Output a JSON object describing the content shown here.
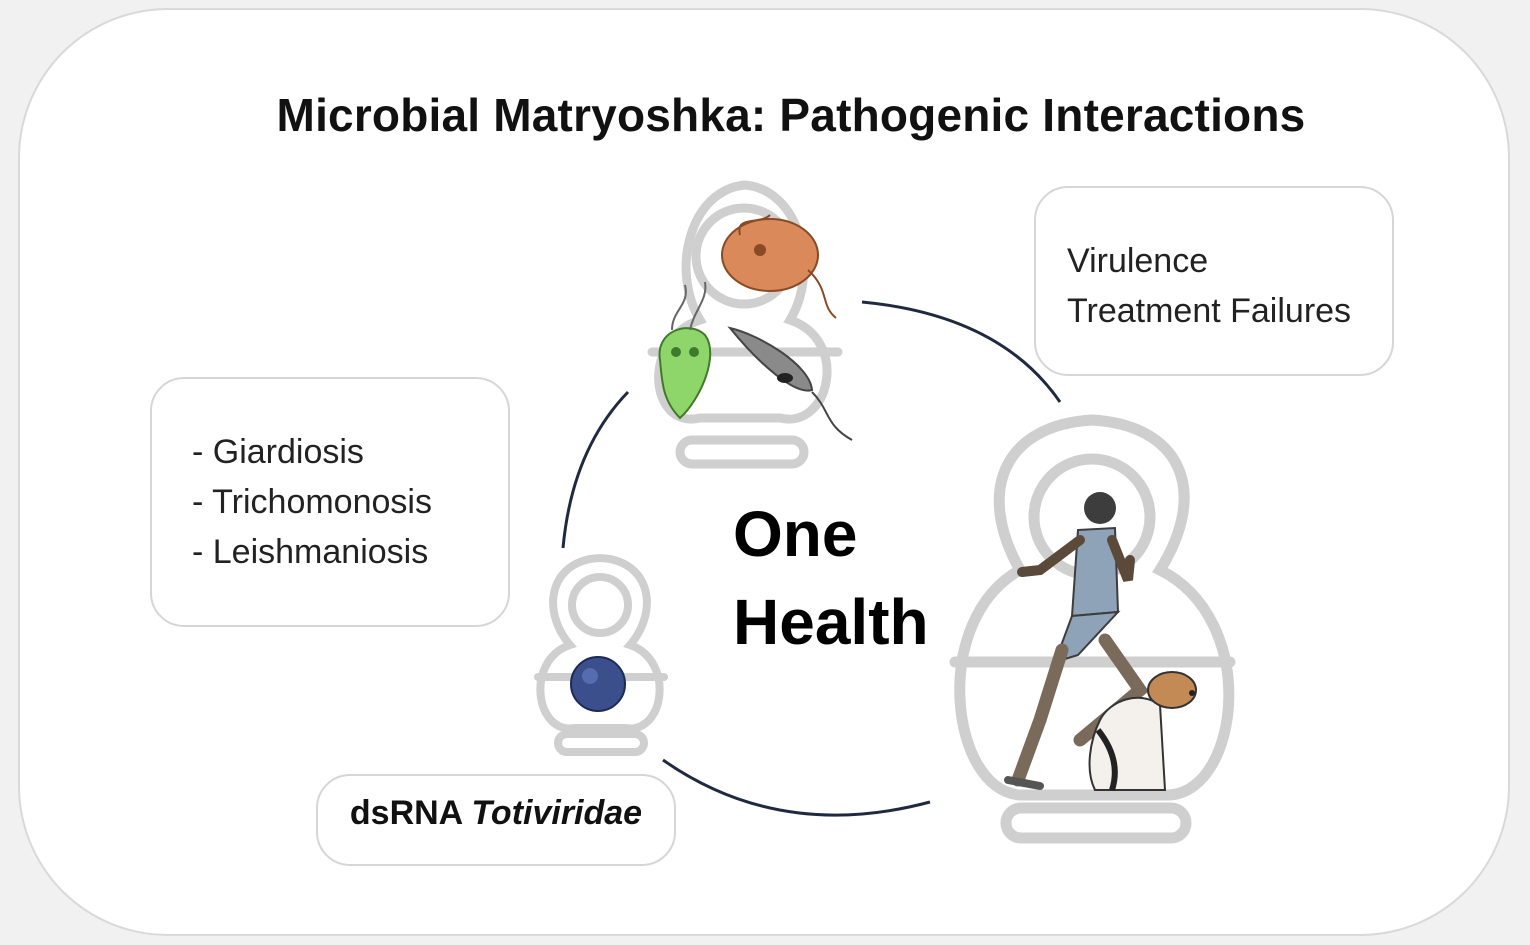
{
  "title": "Microbial Matryoshka: Pathogenic Interactions",
  "center": {
    "line1": "One",
    "line2": "Health"
  },
  "diseases_box": {
    "items": [
      "- Giardiosis",
      "- Trichomonosis",
      "- Leishmaniosis"
    ]
  },
  "effects_box": {
    "items": [
      "Virulence",
      "Treatment Failures"
    ]
  },
  "virus_box": {
    "label_plain": "dsRNA",
    "label_italic": "Totiviridae"
  },
  "colors": {
    "arrow": "#1f2a40",
    "doll_outline": "#cfcfcf",
    "virus": "#3b4f8c",
    "giardia": "#8fd66a",
    "trichomonas": "#d9895a",
    "leishmania": "#8a8a8a"
  }
}
